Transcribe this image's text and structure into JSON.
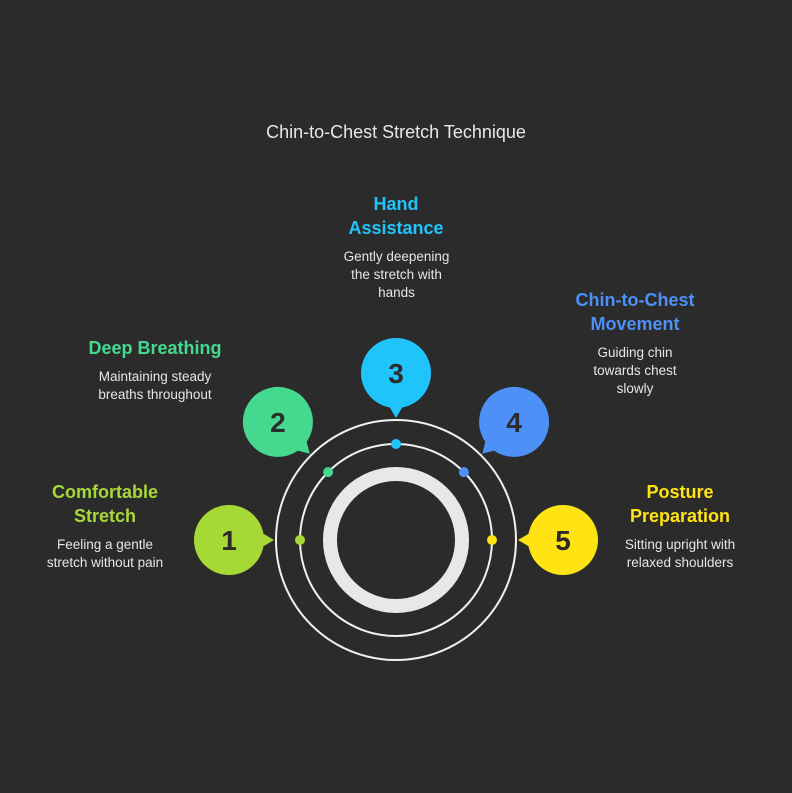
{
  "title": "Chin-to-Chest Stretch Technique",
  "steps": [
    {
      "number": "1",
      "heading": "Comfortable Stretch",
      "description": "Feeling a gentle stretch without pain",
      "color": "#a6d936"
    },
    {
      "number": "2",
      "heading": "Deep Breathing",
      "description": "Maintaining steady breaths throughout",
      "color": "#45d98f"
    },
    {
      "number": "3",
      "heading": "Hand Assistance",
      "description": "Gently deepening the stretch with hands",
      "color": "#1fc4fa"
    },
    {
      "number": "4",
      "heading": "Chin-to-Chest Movement",
      "description": "Guiding chin towards chest slowly",
      "color": "#4d90f8"
    },
    {
      "number": "5",
      "heading": "Posture Preparation",
      "description": "Sitting upright with relaxed shoulders",
      "color": "#ffe312"
    }
  ]
}
